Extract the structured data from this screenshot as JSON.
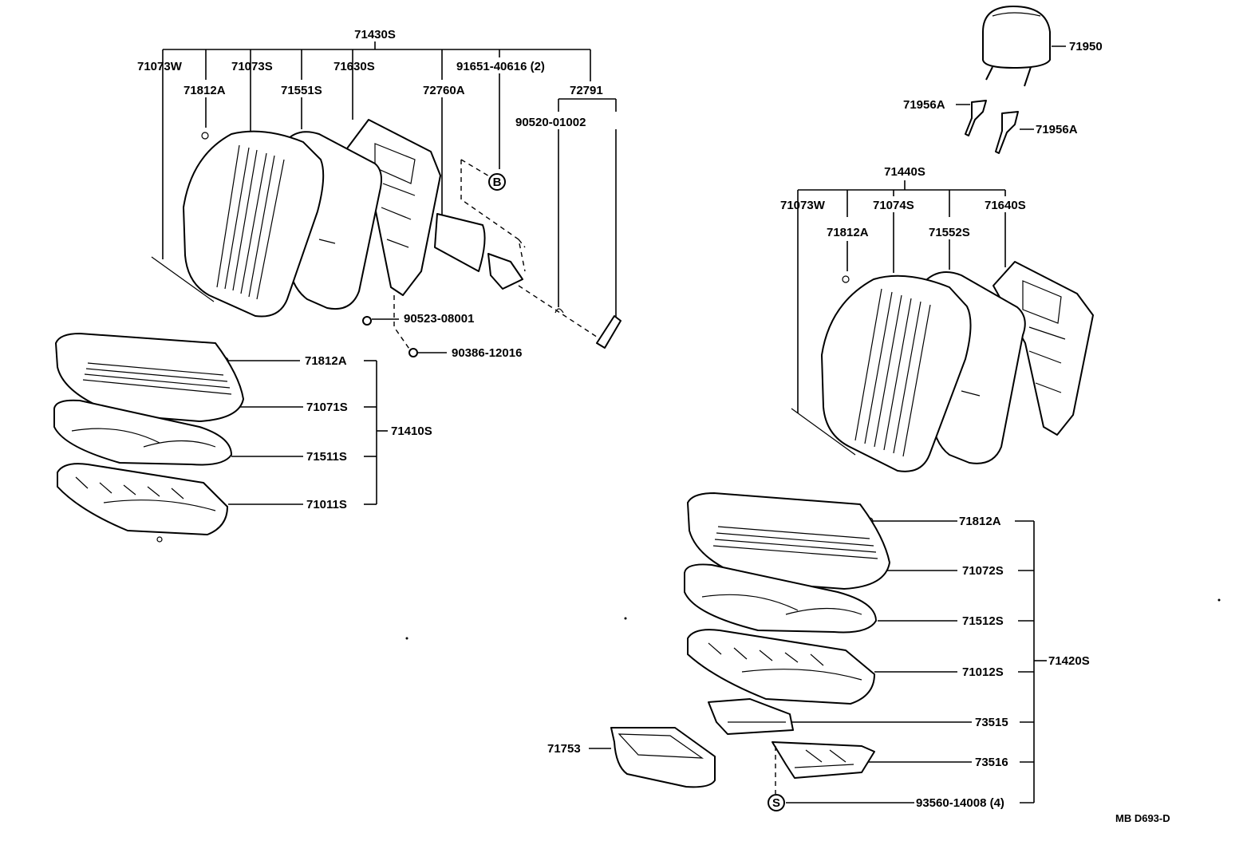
{
  "labels": {
    "l71430S": "71430S",
    "l71073W_a": "71073W",
    "l71073S": "71073S",
    "l71630S": "71630S",
    "l91651": "91651-40616 (2)",
    "l71812A_a": "71812A",
    "l71551S": "71551S",
    "l72760A": "72760A",
    "l72791": "72791",
    "l90520": "90520-01002",
    "lB": "B",
    "l90523": "90523-08001",
    "l90386": "90386-12016",
    "l71812A_b": "71812A",
    "l71071S": "71071S",
    "l71410S": "71410S",
    "l71511S": "71511S",
    "l71011S": "71011S",
    "l71950": "71950",
    "l71956A_a": "71956A",
    "l71956A_b": "71956A",
    "l71440S": "71440S",
    "l71073W_b": "71073W",
    "l71074S": "71074S",
    "l71640S": "71640S",
    "l71812A_c": "71812A",
    "l71552S": "71552S",
    "l71812A_d": "71812A",
    "l71072S": "71072S",
    "l71512S": "71512S",
    "l71012S": "71012S",
    "l71420S": "71420S",
    "l73515": "73515",
    "l71753": "71753",
    "l73516": "73516",
    "lS": "S",
    "l93560": "93560-14008 (4)",
    "lMB": "MB D693-D"
  }
}
